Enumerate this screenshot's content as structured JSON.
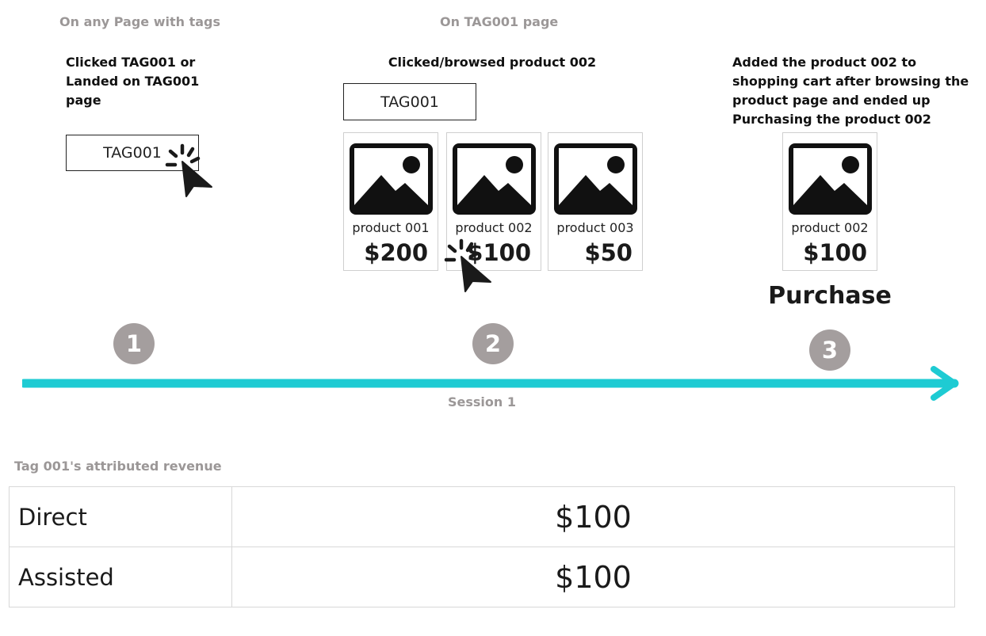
{
  "headings": {
    "any_page": "On any Page with tags",
    "tag_page": "On TAG001 page"
  },
  "steps": [
    {
      "number": "1",
      "description_lines": [
        "Clicked TAG001 or",
        "Landed on TAG001",
        "page"
      ],
      "tag_label": "TAG001"
    },
    {
      "number": "2",
      "description_lines": [
        "Clicked/browsed product 002"
      ],
      "tag_label": "TAG001"
    },
    {
      "number": "3",
      "description_lines": [
        "Added the product 002 to",
        "shopping cart after browsing the",
        "product page and ended up",
        "Purchasing the product 002"
      ],
      "action_label": "Purchase"
    }
  ],
  "products": [
    {
      "name": "product 001",
      "price": "$200"
    },
    {
      "name": "product 002",
      "price": "$100"
    },
    {
      "name": "product 003",
      "price": "$50"
    }
  ],
  "purchased_product": {
    "name": "product 002",
    "price": "$100"
  },
  "timeline": {
    "label": "Session 1",
    "color": "#1ecbd3"
  },
  "attribution": {
    "title": "Tag 001's attributed revenue",
    "rows": [
      {
        "label": "Direct",
        "value": "$100"
      },
      {
        "label": "Assisted",
        "value": "$100"
      }
    ]
  },
  "colors": {
    "step_circle": "#a49e9e",
    "heading_gray": "#9b9797"
  },
  "icons": [
    "image-placeholder-icon",
    "click-cursor-icon"
  ]
}
